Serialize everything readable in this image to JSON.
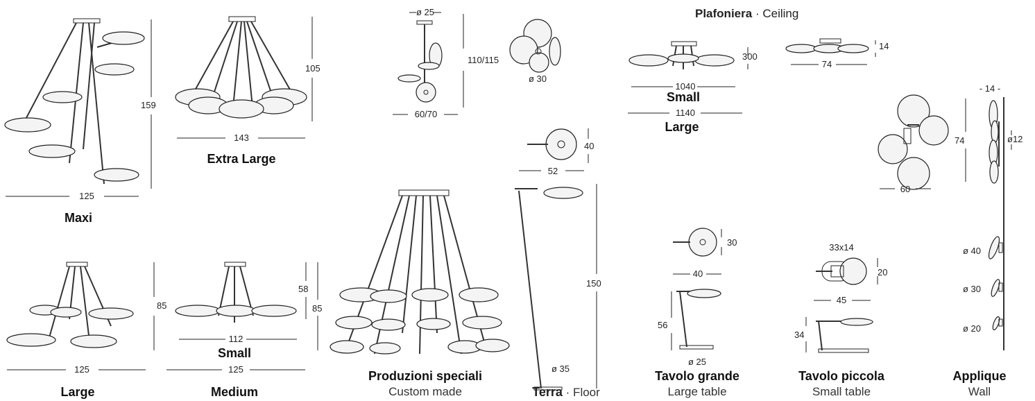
{
  "section_heading": {
    "bold": "Plafoniera",
    "sep": "·",
    "rest": "Ceiling"
  },
  "models": {
    "maxi": {
      "title": "Maxi",
      "width": "125",
      "height": "159"
    },
    "xl": {
      "title": "Extra Large",
      "width": "143",
      "height": "105"
    },
    "large": {
      "title": "Large",
      "width": "125",
      "height": "85"
    },
    "medium": {
      "title": "Medium",
      "inner_width": "112",
      "width": "125",
      "small_title": "Small",
      "h1": "58",
      "h2": "85"
    },
    "special": {
      "title": "Produzioni speciali",
      "subtitle": "Custom made"
    },
    "pendant": {
      "top": "ø 25",
      "height": "110/115",
      "width": "60/70",
      "plan_diam": "ø 30"
    },
    "ceiling": {
      "small_h": "300",
      "small_w": "1040",
      "small_title": "Small",
      "large_w": "1140",
      "large_title": "Large",
      "side_h": "14",
      "side_w": "74"
    },
    "floor": {
      "title": "Terra",
      "sep": "·",
      "subtitle": "Floor",
      "head_h": "40",
      "head_w": "52",
      "height": "150",
      "base": "ø 35"
    },
    "table_large": {
      "title": "Tavolo grande",
      "subtitle": "Large table",
      "head_h": "30",
      "head_w": "40",
      "height": "56",
      "base": "ø 25"
    },
    "table_small": {
      "title": "Tavolo piccola",
      "subtitle": "Small table",
      "base_size": "33x14",
      "head_h": "20",
      "head_w": "45",
      "height": "34"
    },
    "wall": {
      "title": "Applique",
      "subtitle": "Wall",
      "depth": "14",
      "height": "74",
      "width": "60",
      "rose": "ø12",
      "d40": "ø 40",
      "d30": "ø 30",
      "d20": "ø 20"
    }
  }
}
